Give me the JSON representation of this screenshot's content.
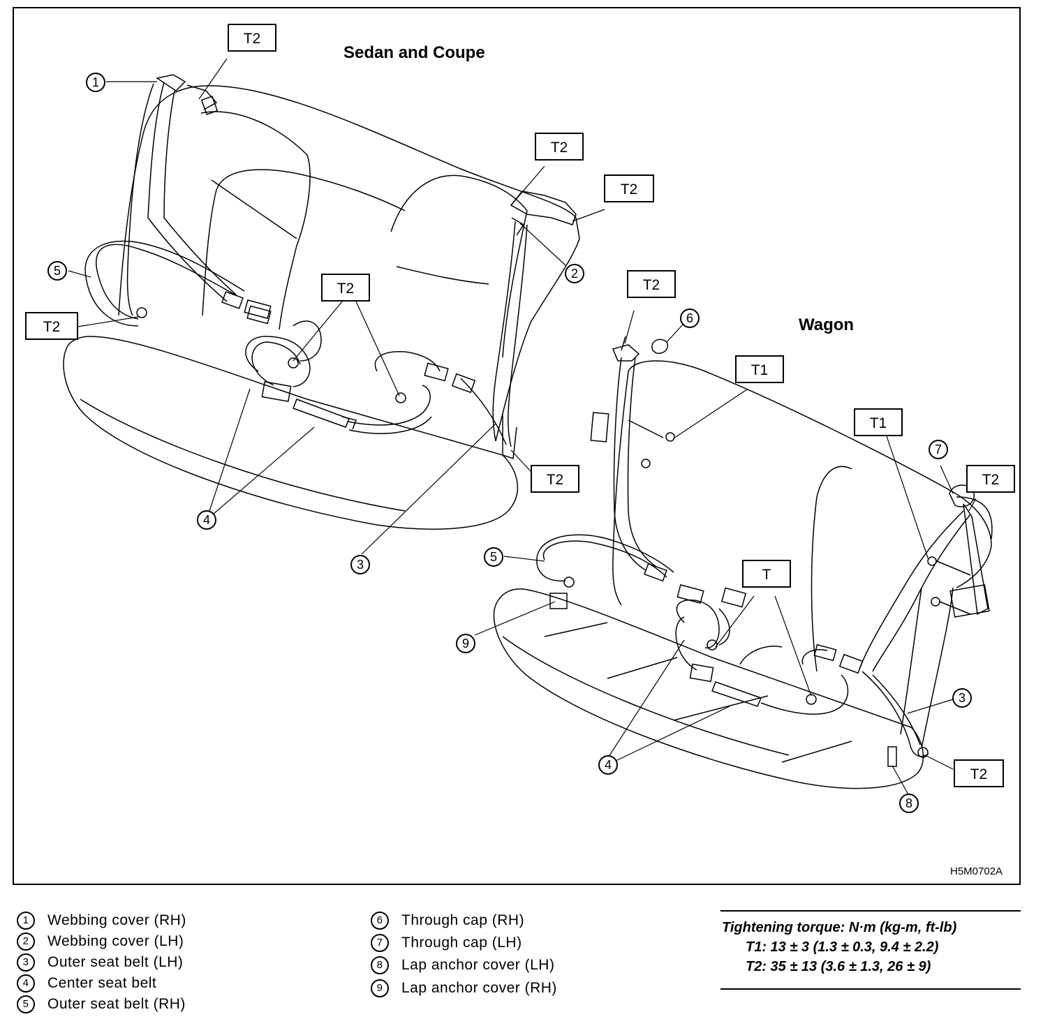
{
  "views": {
    "sedan_title": "Sedan and Coupe",
    "wagon_title": "Wagon"
  },
  "torque_tags": {
    "t2": "T2",
    "t1": "T1",
    "t": "T"
  },
  "callouts": [
    "1",
    "2",
    "3",
    "4",
    "5",
    "6",
    "7",
    "8",
    "9"
  ],
  "figure_code": "H5M0702A",
  "legend": {
    "items": [
      {
        "num": "1",
        "label": "Webbing cover (RH)"
      },
      {
        "num": "2",
        "label": "Webbing cover (LH)"
      },
      {
        "num": "3",
        "label": "Outer seat belt (LH)"
      },
      {
        "num": "4",
        "label": "Center seat belt"
      },
      {
        "num": "5",
        "label": "Outer seat belt (RH)"
      },
      {
        "num": "6",
        "label": "Through cap (RH)"
      },
      {
        "num": "7",
        "label": "Through cap (LH)"
      },
      {
        "num": "8",
        "label": "Lap anchor cover (LH)"
      },
      {
        "num": "9",
        "label": "Lap anchor cover (RH)"
      }
    ]
  },
  "torque": {
    "heading": "Tightening torque: N·m (kg-m, ft-lb)",
    "t1": "T1: 13 ± 3 (1.3 ± 0.3, 9.4 ± 2.2)",
    "t2": "T2: 35 ± 13 (3.6 ± 1.3, 26 ± 9)"
  }
}
